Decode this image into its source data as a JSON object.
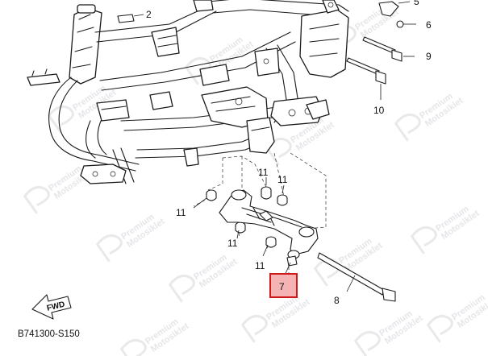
{
  "diagram": {
    "code": "B741300-S150",
    "direction": "FWD",
    "watermark": [
      "Premium",
      "Motosiklet"
    ],
    "callouts": {
      "c2": "2",
      "c5": "5",
      "c6": "6",
      "c9": "9",
      "c10": "10",
      "c11a": "11",
      "c11b": "11",
      "c11c": "11",
      "c11d": "11",
      "c11e": "11",
      "c7": "7",
      "c8": "8"
    },
    "highlight": {
      "part": "7",
      "color": "#d01818"
    }
  }
}
